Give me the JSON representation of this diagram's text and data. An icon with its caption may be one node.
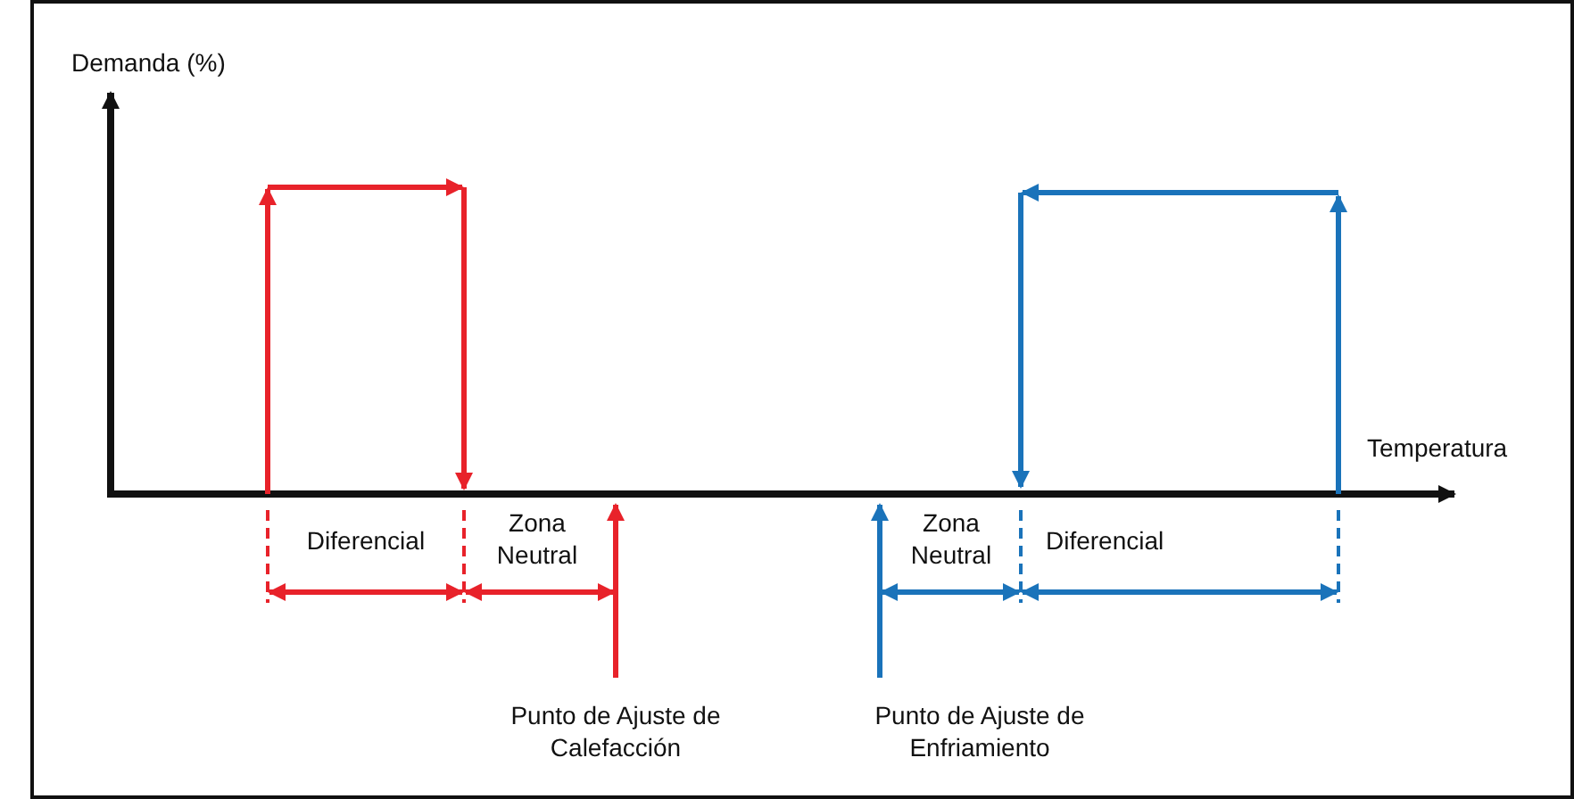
{
  "diagram": {
    "labels": [
      "Demanda (%)",
      "Temperatura",
      "Diferencial",
      "Zona Neutral",
      "Zona Neutral",
      "Diferencial",
      "Punto de Ajuste de Calefacción",
      "Punto de Ajuste de Enfriamiento"
    ]
  }
}
